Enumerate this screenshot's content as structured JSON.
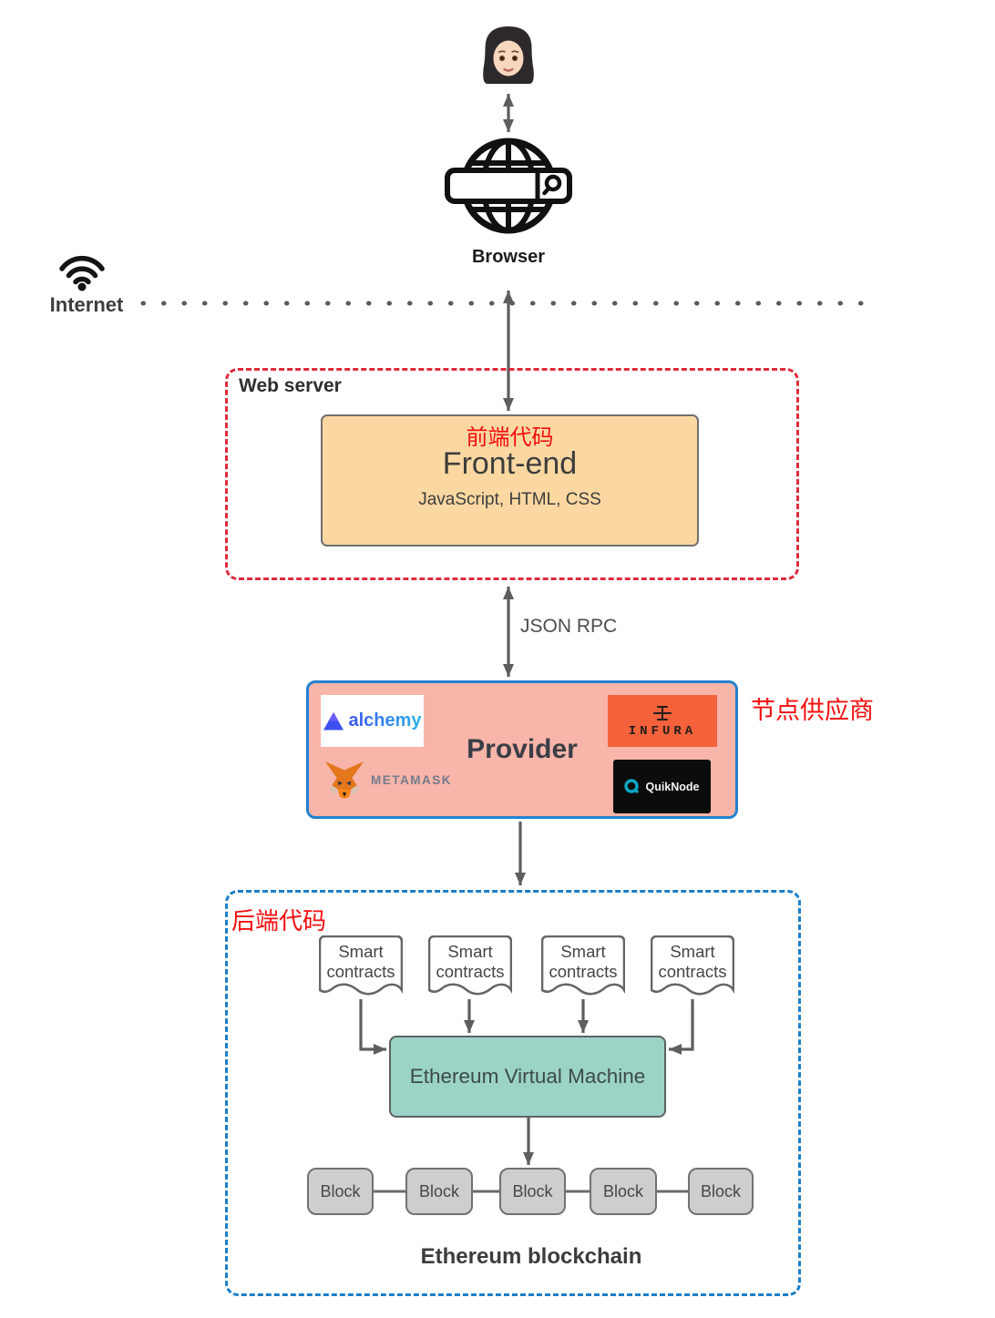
{
  "colors": {
    "red_annotation": "#f50d0d",
    "red_dashed_border": "#dd2c3c",
    "blue_dashed_border": "#1e7ec8",
    "provider_fill": "#f8b5aa",
    "provider_border": "#2381d0",
    "frontend_fill": "#fbd8a2",
    "evm_fill": "#9bd3c6",
    "block_fill": "#cecece",
    "infura_orange": "#f4623c",
    "arrow_gray": "#5c5e60"
  },
  "browser": {
    "label": "Browser"
  },
  "internet": {
    "label": "Internet"
  },
  "web_server": {
    "title": "Web server",
    "annotation": "前端代码",
    "frontend_title": "Front-end",
    "frontend_subtitle": "JavaScript, HTML, CSS"
  },
  "json_rpc": {
    "label": "JSON RPC"
  },
  "provider": {
    "title": "Provider",
    "annotation": "节点供应商",
    "alchemy_label": "alchemy",
    "infura_label": "INFURA",
    "metamask_label": "METAMASK",
    "quiknode_label": "QuikNode"
  },
  "backend": {
    "annotation": "后端代码",
    "contracts": [
      "Smart contracts",
      "Smart contracts",
      "Smart contracts",
      "Smart contracts"
    ],
    "evm_label": "Ethereum Virtual Machine",
    "blocks": [
      "Block",
      "Block",
      "Block",
      "Block",
      "Block"
    ],
    "caption": "Ethereum blockchain"
  }
}
